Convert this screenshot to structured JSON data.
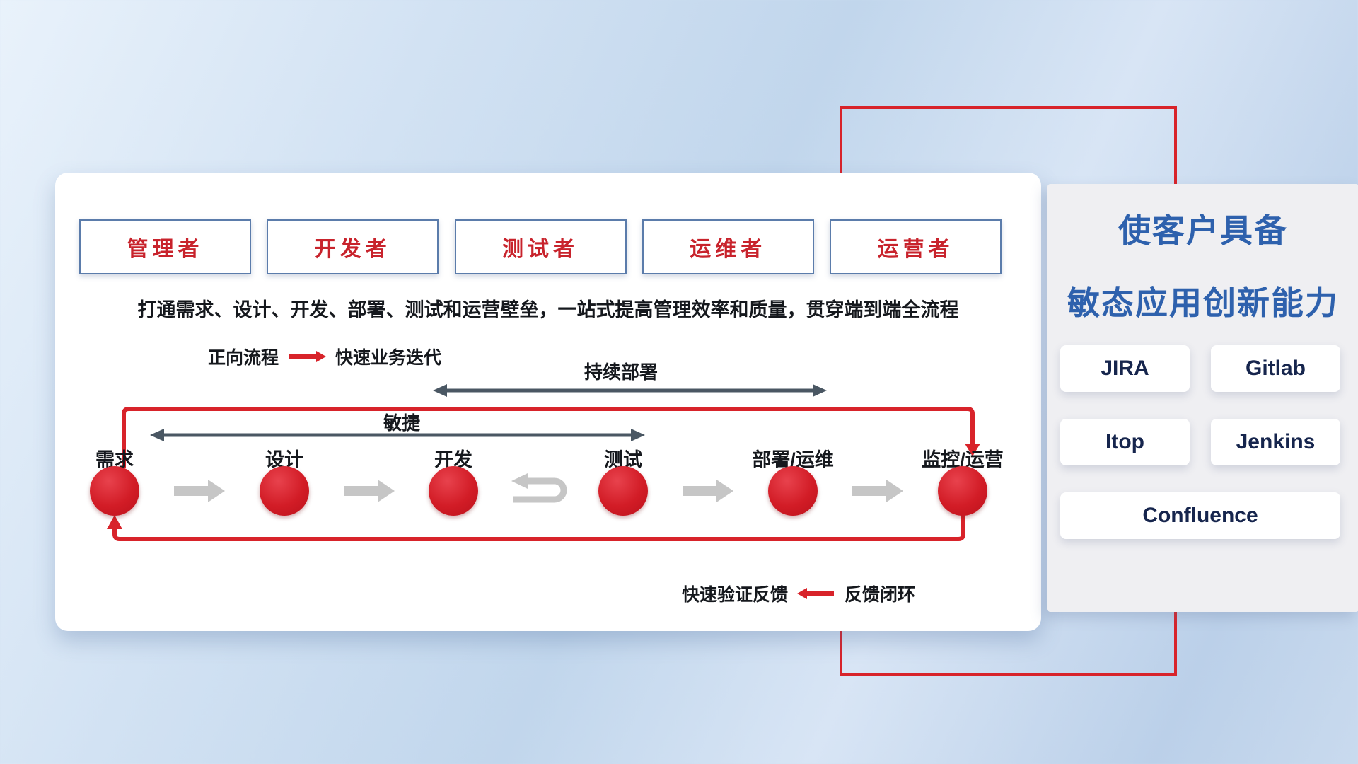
{
  "colors": {
    "accent_red": "#d8232a",
    "title_blue": "#2e61ad",
    "role_border_blue": "#5b7cab",
    "dark_arrow": "#4a5763",
    "gray_arrow": "#c6c6c6",
    "node_red": "#d21c26"
  },
  "main_panel": {
    "roles": [
      "管理者",
      "开发者",
      "测试者",
      "运维者",
      "运营者"
    ],
    "subtitle": "打通需求、设计、开发、部署、测试和运营壁垒，一站式提高管理效率和质量，贯穿端到端全流程",
    "forward_legend": {
      "label": "正向流程",
      "value": "快速业务迭代"
    },
    "feedback_legend": {
      "label": "快速验证反馈",
      "value": "反馈闭环"
    },
    "flow": {
      "stages": [
        "需求",
        "设计",
        "开发",
        "测试",
        "部署/运维",
        "监控/运营"
      ],
      "agile_label": "敏捷",
      "continuous_deploy_label": "持续部署"
    }
  },
  "side_panel": {
    "title_line1": "使客户具备",
    "title_line2": "敏态应用创新能力",
    "tools": [
      "JIRA",
      "Gitlab",
      "Itop",
      "Jenkins",
      "Confluence"
    ]
  },
  "icons": {
    "forward_arrow": "red-arrow-right",
    "feedback_arrow": "red-arrow-left",
    "stage_arrow": "gray-arrow-right",
    "iteration_arrow": "gray-loop-back",
    "agile_span": "dark-double-arrow",
    "continuous_deploy_span": "dark-double-arrow",
    "flow_loop": "red-loop-lines"
  }
}
